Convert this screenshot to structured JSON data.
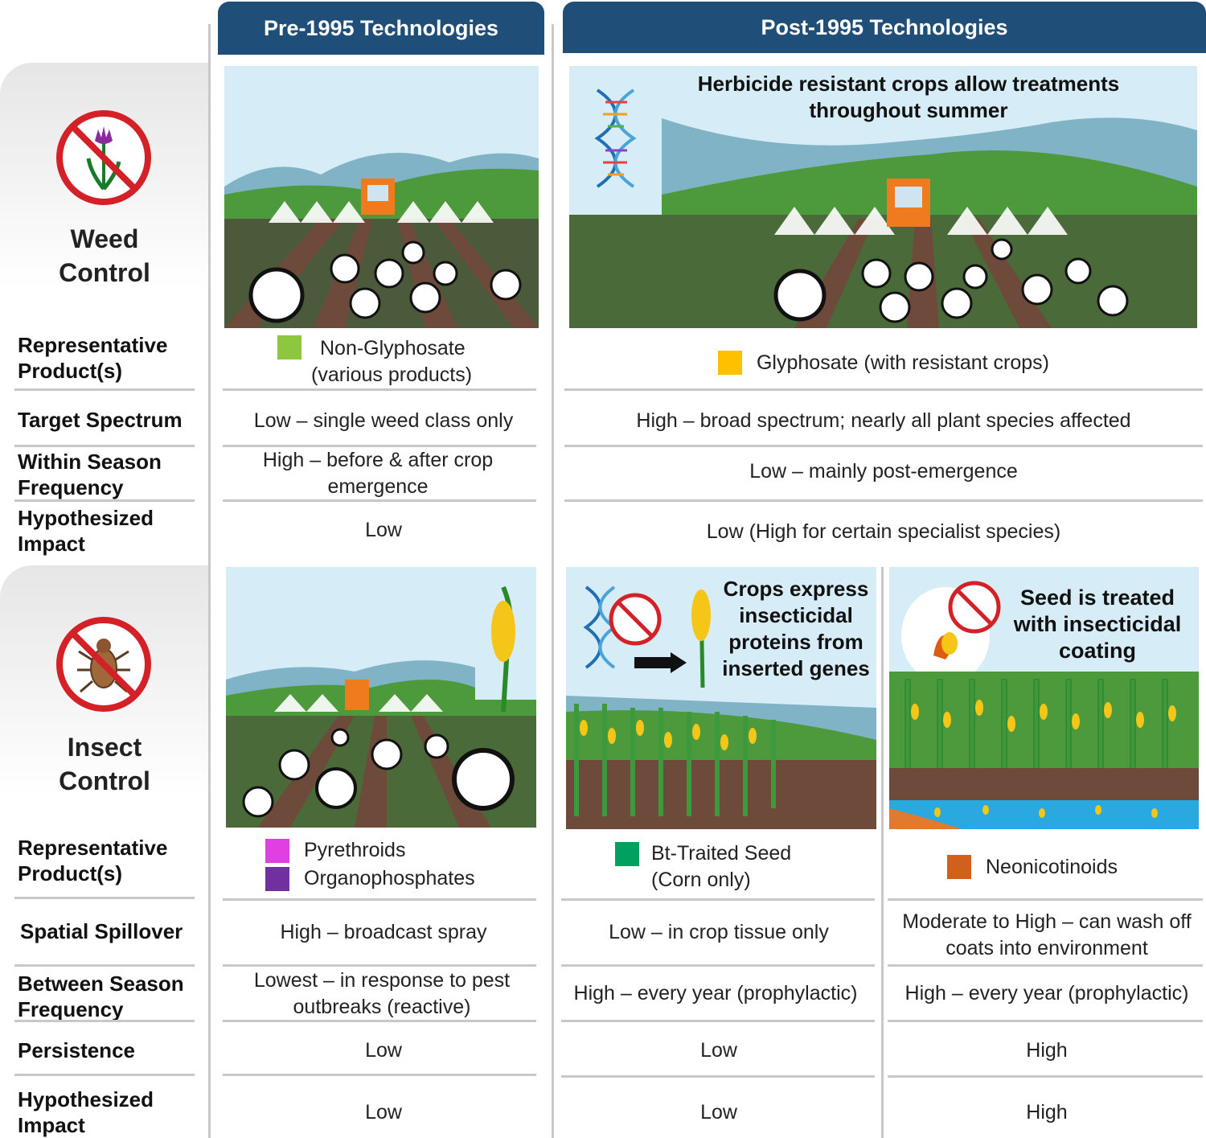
{
  "headers": {
    "pre": "Pre-1995 Technologies",
    "post": "Post-1995 Technologies"
  },
  "weed": {
    "section_title": "Weed Control",
    "icon": "no-weed-icon",
    "panel_caption_post": "Herbicide resistant crops allow treatments throughout summer",
    "rows": [
      {
        "label": "Representative Product(s)",
        "pre": "Non-Glyphosate (various products)",
        "post": "Glyphosate (with resistant crops)"
      },
      {
        "label": "Target Spectrum",
        "pre": "Low – single weed class only",
        "post": "High – broad spectrum; nearly all plant species affected"
      },
      {
        "label": "Within Season Frequency",
        "pre": "High – before & after crop emergence",
        "post": "Low – mainly post-emergence"
      },
      {
        "label": "Hypothesized Impact",
        "pre": "Low",
        "post": "Low (High for certain specialist species)"
      }
    ],
    "product_pre": {
      "line1": "Non-Glyphosate",
      "line2": "(various products)",
      "color": "#8dc63f"
    },
    "product_post": {
      "text": "Glyphosate (with resistant crops)",
      "color": "#ffc000"
    }
  },
  "insect": {
    "section_title": "Insect Control",
    "icon": "no-insect-icon",
    "panel_caption_bt": "Crops express insecticidal proteins from inserted genes",
    "panel_caption_seed": "Seed is treated with insecticidal coating",
    "products": {
      "pre": [
        {
          "text": "Pyrethroids",
          "color": "#e040e0"
        },
        {
          "text": "Organophosphates",
          "color": "#7030a0"
        }
      ],
      "bt": {
        "line1": "Bt-Traited Seed",
        "line2": "(Corn only)",
        "color": "#00a060"
      },
      "neo": {
        "text": "Neonicotinoids",
        "color": "#d0601a"
      }
    },
    "rows": [
      {
        "label": "Representative Product(s)"
      },
      {
        "label": "Spatial Spillover",
        "pre": "High – broadcast spray",
        "bt": "Low – in crop tissue only",
        "neo": "Moderate to High – can wash off coats into environment"
      },
      {
        "label": "Between Season Frequency",
        "pre": "Lowest – in response to pest outbreaks (reactive)",
        "bt": "High – every year (prophylactic)",
        "neo": "High – every year (prophylactic)"
      },
      {
        "label": "Persistence",
        "pre": "Low",
        "bt": "Low",
        "neo": "High"
      },
      {
        "label": "Hypothesized Impact",
        "pre": "Low",
        "bt": "Low",
        "neo": "High"
      }
    ]
  }
}
